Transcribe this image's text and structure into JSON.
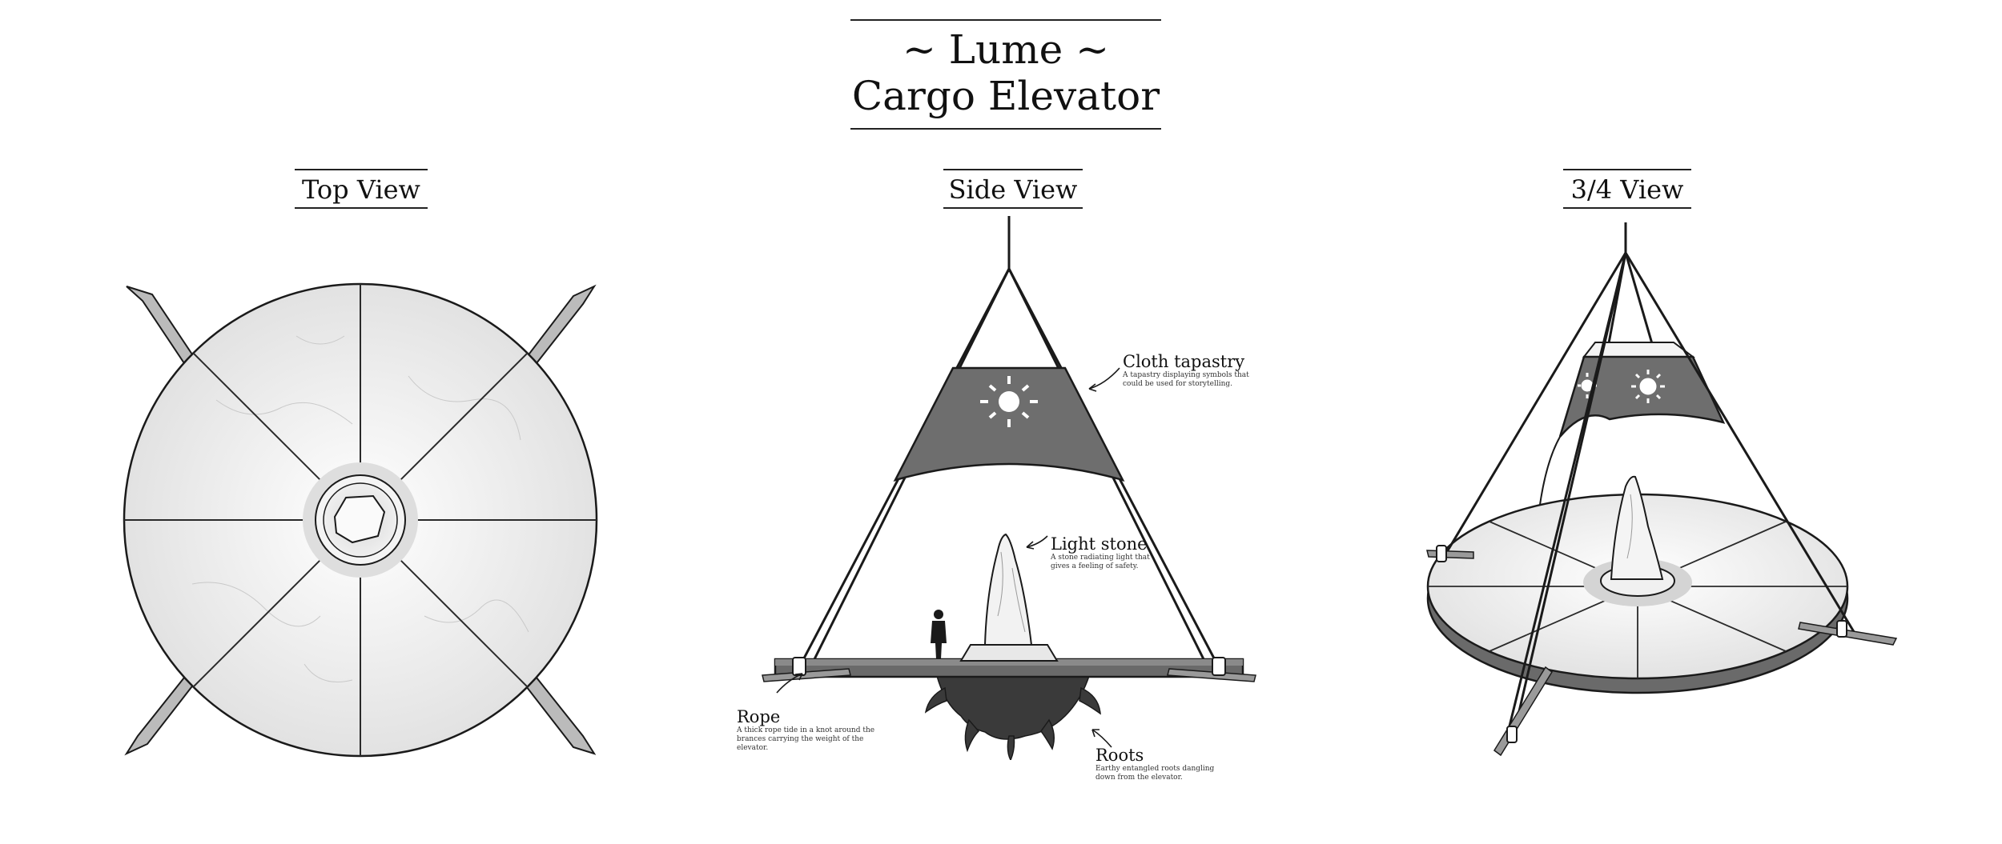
{
  "title": {
    "line1": "~ Lume ~",
    "line2": "Cargo Elevator"
  },
  "views": {
    "top": "Top View",
    "side": "Side View",
    "three_quarter": "3/4 View"
  },
  "callouts": {
    "cloth": {
      "title": "Cloth tapastry",
      "desc": "A tapastry displaying symbols that could be used for storytelling."
    },
    "stone": {
      "title": "Light stone",
      "desc": "A stone radiating light that gives a feeling of safety."
    },
    "rope": {
      "title": "Rope",
      "desc": "A thick rope tide in a knot around the brances carrying the weight of the elevator."
    },
    "roots": {
      "title": "Roots",
      "desc": "Earthy entangled roots dangling down from the elevator."
    }
  },
  "colors": {
    "ink": "#1a1a1a",
    "wood_light": "#f4f4f4",
    "wood_mid": "#d9d9d9",
    "cloth": "#6e6e6e",
    "roots": "#3a3a3a"
  }
}
